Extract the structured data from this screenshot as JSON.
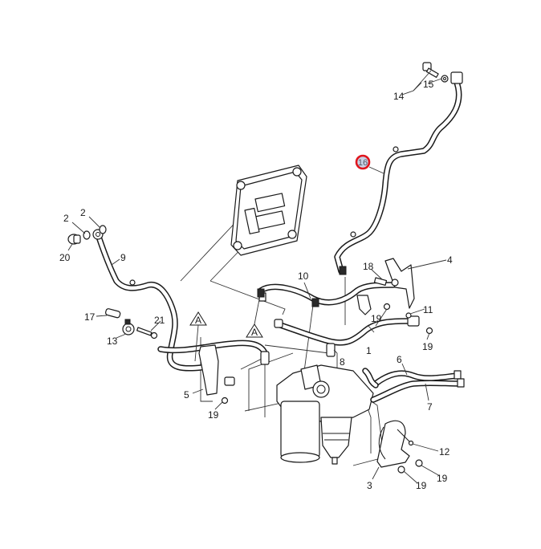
{
  "diagram": {
    "type": "exploded-parts-diagram",
    "subject": "fuel lines, fuel filter housing and control unit",
    "highlight_color": "#e0161e",
    "highlight_fill": "#c9d3e6",
    "highlighted_callout": "16",
    "reference_marker": "A",
    "callouts": [
      {
        "id": "c14",
        "label": "14"
      },
      {
        "id": "c15",
        "label": "15"
      },
      {
        "id": "c16",
        "label": "16",
        "highlighted": true
      },
      {
        "id": "c2a",
        "label": "2"
      },
      {
        "id": "c2b",
        "label": "2"
      },
      {
        "id": "c20",
        "label": "20"
      },
      {
        "id": "c9",
        "label": "9"
      },
      {
        "id": "c17",
        "label": "17"
      },
      {
        "id": "c21",
        "label": "21"
      },
      {
        "id": "c13",
        "label": "13"
      },
      {
        "id": "c10",
        "label": "10"
      },
      {
        "id": "c18",
        "label": "18"
      },
      {
        "id": "c4",
        "label": "4"
      },
      {
        "id": "c11",
        "label": "11"
      },
      {
        "id": "c19a",
        "label": "19"
      },
      {
        "id": "c19b",
        "label": "19"
      },
      {
        "id": "c1",
        "label": "1"
      },
      {
        "id": "c8",
        "label": "8"
      },
      {
        "id": "c6",
        "label": "6"
      },
      {
        "id": "c7",
        "label": "7"
      },
      {
        "id": "c5",
        "label": "5"
      },
      {
        "id": "c19c",
        "label": "19"
      },
      {
        "id": "c12",
        "label": "12"
      },
      {
        "id": "c19d",
        "label": "19"
      },
      {
        "id": "c3",
        "label": "3"
      },
      {
        "id": "c19e",
        "label": "19"
      }
    ],
    "markers": [
      {
        "id": "a1",
        "label": "A"
      },
      {
        "id": "a2",
        "label": "A"
      }
    ]
  }
}
